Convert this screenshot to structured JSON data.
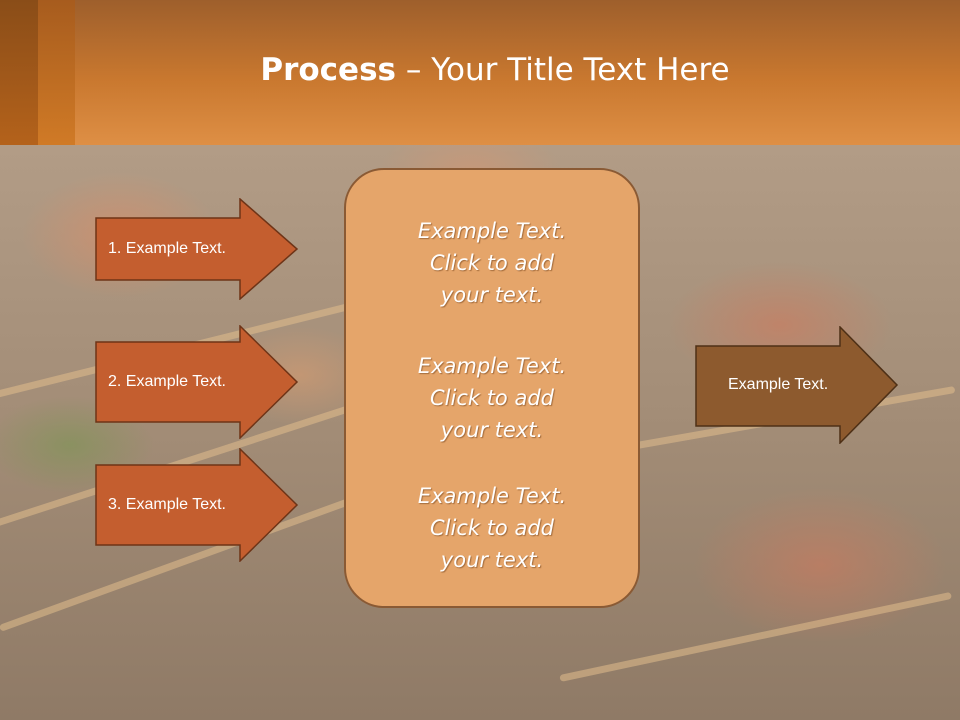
{
  "slide": {
    "title_bold": "Process",
    "title_rest": " – Your Title Text Here",
    "colors": {
      "header": "#de8f45",
      "left_arrow_fill": "#c45e2f",
      "right_arrow_fill": "#8d5a2e",
      "center_box_fill": "#e5a56a"
    }
  },
  "steps": [
    {
      "label": "1. Example Text."
    },
    {
      "label": "2. Example Text."
    },
    {
      "label": "3. Example Text."
    }
  ],
  "center": {
    "items": [
      {
        "line1": "Example Text.",
        "line2": "Click  to add",
        "line3": "your text."
      },
      {
        "line1": "Example Text.",
        "line2": "Click  to add",
        "line3": "your text."
      },
      {
        "line1": "Example Text.",
        "line2": "Click  to add",
        "line3": "your text."
      }
    ]
  },
  "result": {
    "label": "Example Text."
  }
}
